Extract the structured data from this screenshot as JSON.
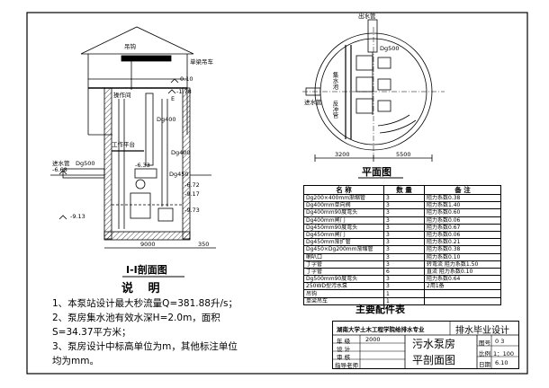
{
  "section": {
    "title": "I-I剖面图",
    "labels": {
      "hook": "吊钩",
      "crane": "单梁吊车",
      "operation_room": "操作间",
      "work_platform": "工作平台",
      "inlet_pipe": "进水管",
      "inlet_dia": "Dg500",
      "level_010": "0.10",
      "level_178": "-1.78",
      "level_668": "-6.68",
      "level_633": "-6.33",
      "level_672": "-6.72",
      "level_917": "-9.17",
      "level_913": "-9.13",
      "level_973": "-9.73",
      "pipe_400a": "Dg400",
      "pipe_400b": "Dg400",
      "pipe_450": "Dg450",
      "e_mark": "E",
      "width_total": "9000",
      "width_right": "350"
    }
  },
  "plan": {
    "title": "平面图",
    "labels": {
      "outlet_pipe": "出水管",
      "inlet_pipe": "进水管",
      "dg500": "Dg500",
      "gathering": "集水池",
      "reverse": "反冲管",
      "dim_left": "3200",
      "dim_right": "5500"
    }
  },
  "notes": {
    "title": "说 明",
    "lines": [
      "1、本泵站设计最大秒流量Q=381.88升/s；",
      "2、泵房集水池有效水深H=2.0m，面积",
      "S=34.37平方米；",
      "3、泵房设计中标高单位为m，其他标注单位",
      "均为mm。"
    ]
  },
  "table": {
    "title": "主要配件表",
    "headers": [
      "名 称",
      "数 量",
      "备 注"
    ],
    "rows": [
      [
        "Dg200×400mm渐缩管",
        "3",
        "阻力系数0.38"
      ],
      [
        "Dg400mm单向阀",
        "3",
        "阻力系数1.40"
      ],
      [
        "Dg400mm90度弯头",
        "3",
        "阻力系数0.60"
      ],
      [
        "Dg400mm闸门",
        "3",
        "阻力系数0.06"
      ],
      [
        "Dg450mm90度弯头",
        "3",
        "阻力系数0.67"
      ],
      [
        "Dg450mm闸门",
        "3",
        "阻力系数0.06"
      ],
      [
        "Dg450mm渐扩管",
        "3",
        "阻力系数0.21"
      ],
      [
        "Dg450×Dg200mm渐缩管",
        "3",
        "阻力系数0.38"
      ],
      [
        "喇叭口",
        "3",
        "阻力系数0.10"
      ],
      [
        "丁字管",
        "3",
        "转弯流 阻力系数1.50"
      ],
      [
        "丁字管",
        "6",
        "直流 阻力系数0.10"
      ],
      [
        "Dg500mm90度弯头",
        "3",
        "阻力系数0.64"
      ],
      [
        "250WD型污水泵",
        "3",
        "2用1备"
      ],
      [
        "吊钩",
        "1",
        ""
      ],
      [
        "单梁吊车",
        "1",
        ""
      ]
    ]
  },
  "titleblock": {
    "school": "湖南大学土木工程学院给排水专业",
    "subject": "排水毕业设计",
    "grade_label": "年 级",
    "grade_value": "2000",
    "designer_label": "设 计",
    "checker_label": "审 核",
    "teacher_label": "指导老师",
    "drawing_name_1": "污水泵房",
    "drawing_name_2": "平剖面图",
    "no_label": "图号",
    "no_value": "0 3",
    "scale_label": "比例",
    "scale_value": "1：100",
    "date_label": "日期",
    "date_value": "6.10"
  }
}
